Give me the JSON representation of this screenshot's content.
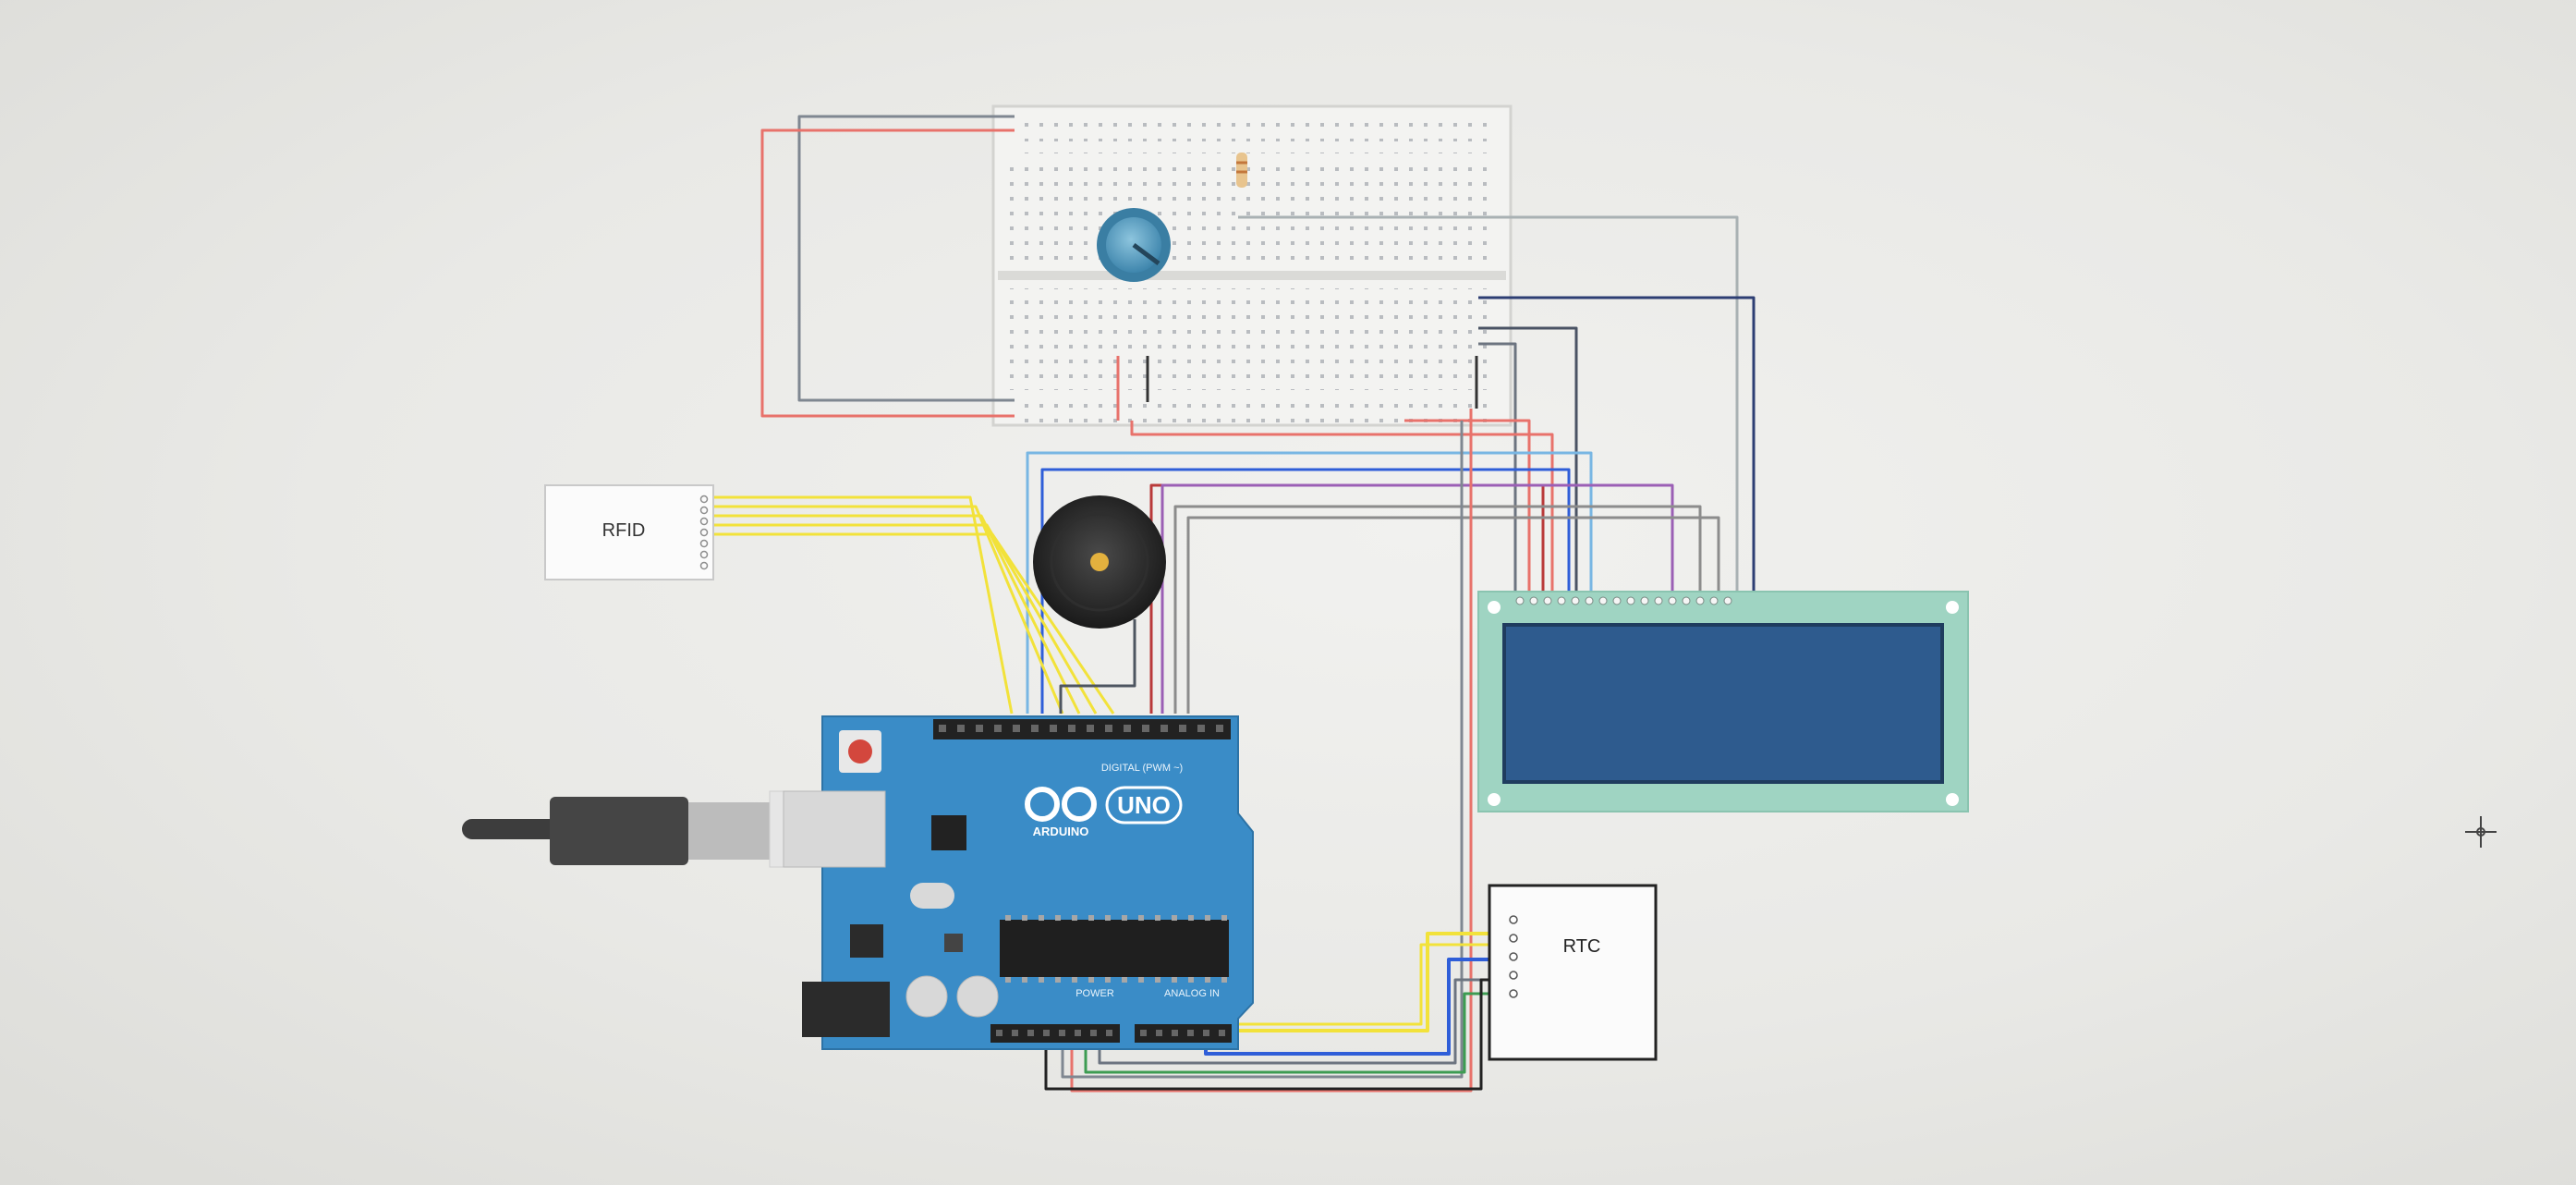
{
  "components": {
    "rfid": {
      "label": "RFID"
    },
    "rtc": {
      "label": "RTC"
    },
    "arduino": {
      "brand": "ARDUINO",
      "model": "UNO",
      "digital_header": "DIGITAL (PWM ~)",
      "power_header": "POWER",
      "analog_header": "ANALOG IN"
    },
    "lcd": {},
    "breadboard": {},
    "buzzer": {},
    "potentiometer": {},
    "usb_cable": {}
  },
  "colors": {
    "breadboard": "#f3f3f1",
    "arduino": "#3a8cc7",
    "lcd_screen": "#2e5b8e",
    "lcd_board": "#9fd4c2",
    "wire_yellow": "#f2e23a",
    "wire_red": "#e8726b",
    "wire_blue": "#2f5ed8",
    "wire_gray": "#7f8791",
    "wire_green": "#3d9c52",
    "wire_purple": "#9b5fb5",
    "wire_lightblue": "#78b6e3"
  }
}
